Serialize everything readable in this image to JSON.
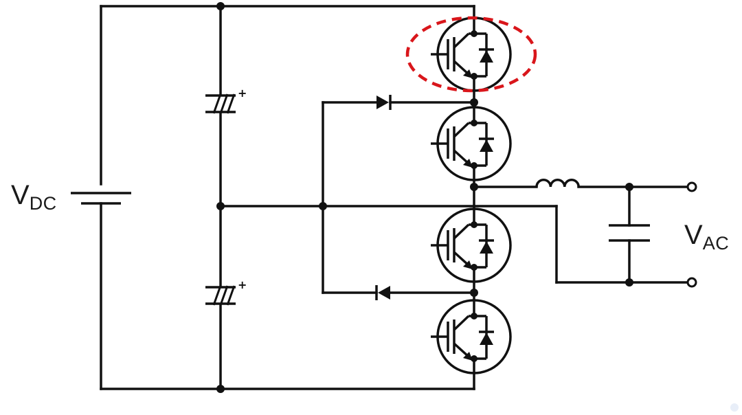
{
  "labels": {
    "vdc": {
      "main": "V",
      "sub": "DC"
    },
    "vac": {
      "main": "V",
      "sub": "AC"
    }
  },
  "colors": {
    "wire": "#111111",
    "highlight": "#d9161b",
    "background": "#ffffff"
  },
  "icons": [
    "dc-source-icon",
    "capacitor-icon",
    "igbt-icon",
    "diode-icon",
    "inductor-icon",
    "ac-terminal-icon"
  ]
}
